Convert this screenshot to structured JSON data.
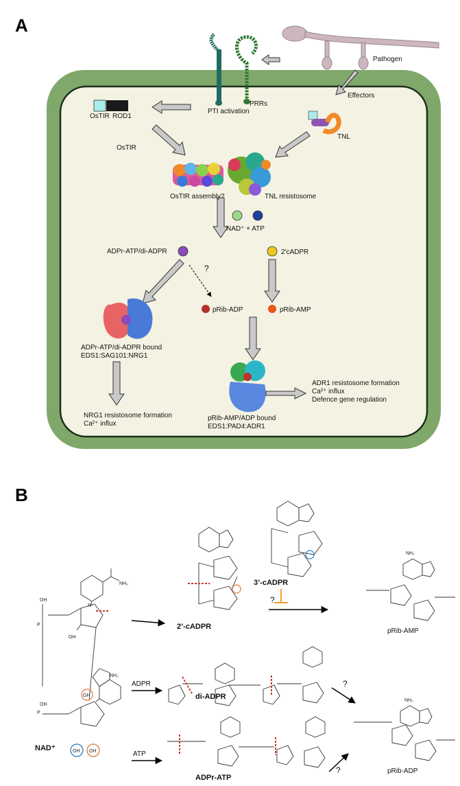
{
  "panel_a": {
    "letter": "A",
    "pathogen": "Pathogen",
    "effectors": "Effectors",
    "prrs": "PRRs",
    "pti_activation": "PTI activation",
    "ostir_box": "OsTIR",
    "rod1": "ROD1",
    "ostir": "OsTIR",
    "tnl": "TNL",
    "ostir_assembly": "OsTIR assembly?",
    "tnl_resistosome": "TNL resistosome",
    "nad_atp": "NAD⁺ + ATP",
    "adpr_atp": "ADPr-ATP/di-ADPR",
    "question": "?",
    "cadpr": "2'cADPR",
    "prib_adp": "pRib-ADP",
    "prib_amp": "pRib-AMP",
    "complex1_line1": "ADPr-ATP/di-ADPR bound",
    "complex1_line2": "EDS1:SAG101:NRG1",
    "complex2_line1": "pRib-AMP/ADP bound",
    "complex2_line2": "EDS1:PAD4:ADR1",
    "nrg1_line1": "NRG1 resistosome formation",
    "nrg1_line2": "Ca²⁺ influx",
    "adr1_line1": "ADR1 resistosome formation",
    "adr1_line2": "Ca²⁺ influx",
    "adr1_line3": "Defence gene regulation"
  },
  "panel_b": {
    "letter": "B",
    "nad": "NAD⁺",
    "c2_adpr": "2’-cADPR",
    "c3_adpr": "3’-cADPR",
    "di_adpr": "di-ADPR",
    "adpr_atp": "ADPr-ATP",
    "prib_amp": "pRib-AMP",
    "prib_adp": "pRib-ADP",
    "adpr_arrow": "ADPR",
    "atp_arrow": "ATP",
    "q1": "?",
    "q2": "?",
    "q3": "?",
    "nh2": "NH₂",
    "oh": "OH",
    "o": "O",
    "p": "P",
    "n": "N",
    "n_plus": "N⁺"
  },
  "colors": {
    "cell_wall": "#7fa86a",
    "cytoplasm": "#f4f2e2",
    "teal": "#1f6b62",
    "green_prr": "#2f7a33",
    "arrow_fill": "#c9c9c9",
    "red_cut": "#c0392b",
    "orange": "#e0793a",
    "blue_circle": "#2b7fc4",
    "inhibit": "#f0a020"
  }
}
